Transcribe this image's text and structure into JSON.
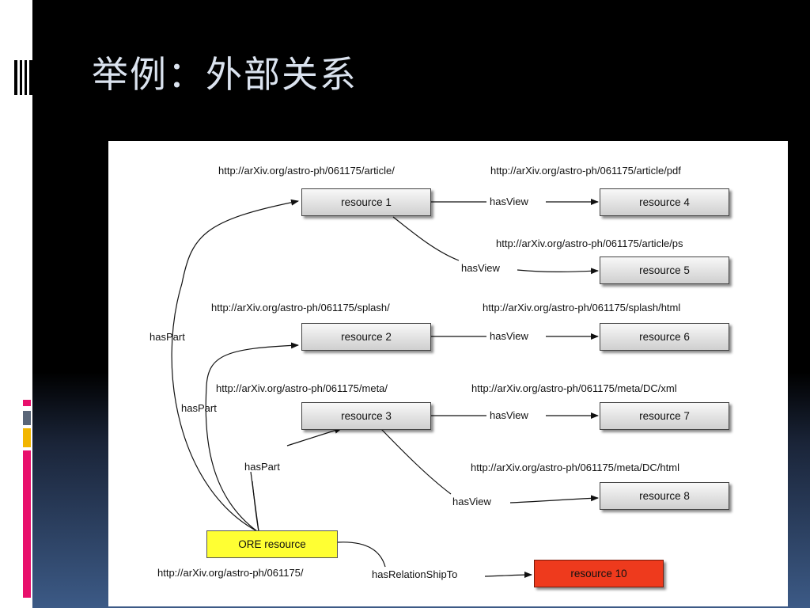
{
  "title": "举例：外部关系",
  "diagram": {
    "nodes": {
      "r1": "resource 1",
      "r2": "resource 2",
      "r3": "resource 3",
      "r4": "resource 4",
      "r5": "resource 5",
      "r6": "resource 6",
      "r7": "resource 7",
      "r8": "resource 8",
      "r10": "resource 10",
      "ore": "ORE resource"
    },
    "urls": {
      "r1": "http://arXiv.org/astro-ph/061175/article/",
      "r4": "http://arXiv.org/astro-ph/061175/article/pdf",
      "r5": "http://arXiv.org/astro-ph/061175/article/ps",
      "r2": "http://arXiv.org/astro-ph/061175/splash/",
      "r6": "http://arXiv.org/astro-ph/061175/splash/html",
      "r3": "http://arXiv.org/astro-ph/061175/meta/",
      "r7": "http://arXiv.org/astro-ph/061175/meta/DC/xml",
      "r8": "http://arXiv.org/astro-ph/061175/meta/DC/html",
      "ore": "http://arXiv.org/astro-ph/061175/"
    },
    "edges": {
      "hasView_r4": "hasView",
      "hasView_r5": "hasView",
      "hasView_r6": "hasView",
      "hasView_r7": "hasView",
      "hasView_r8": "hasView",
      "hasPart_r1": "hasPart",
      "hasPart_r2": "hasPart",
      "hasPart_r3": "hasPart",
      "hasRelationShipTo": "hasRelationShipTo"
    }
  },
  "colors": {
    "ore_node": "#ffff33",
    "external_node": "#ee3a1d",
    "side_bar_pink": "#e8106c",
    "side_bar_yellow": "#f2b600"
  }
}
